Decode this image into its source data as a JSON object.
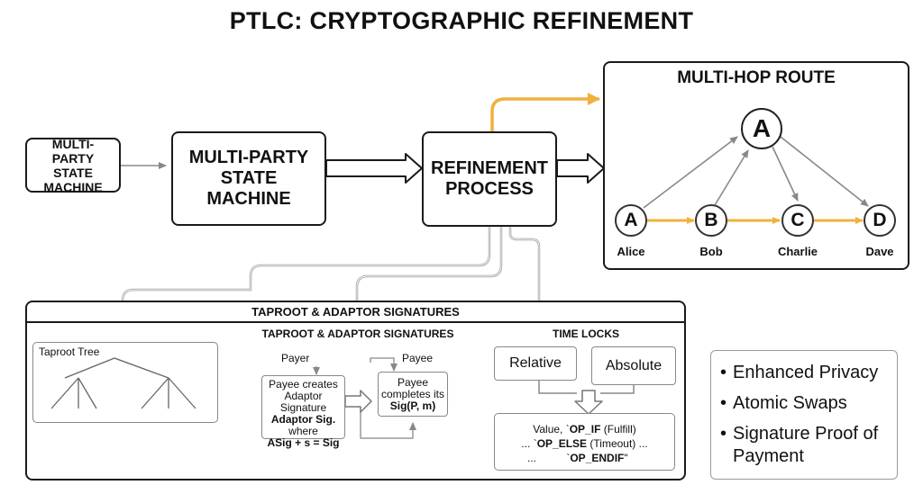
{
  "title": "PTLC: CRYPTOGRAPHIC REFINEMENT",
  "colors": {
    "accent": "#f0b13d",
    "stroke": "#1a1a1a",
    "connector": "#888888"
  },
  "input_box": {
    "label": "MULTI-PARTY STATE MACHINE"
  },
  "state_machine": {
    "label": "MULTI-PARTY STATE MACHINE"
  },
  "refinement": {
    "label": "REFINEMENT PROCESS"
  },
  "route": {
    "title": "MULTI-HOP ROUTE",
    "hub": {
      "letter": "A"
    },
    "nodes": [
      {
        "letter": "A",
        "name": "Alice"
      },
      {
        "letter": "B",
        "name": "Bob"
      },
      {
        "letter": "C",
        "name": "Charlie"
      },
      {
        "letter": "D",
        "name": "Dave"
      }
    ]
  },
  "taproot": {
    "header": "TAPROOT & ADAPTOR SIGNATURES",
    "tree_label": "Taproot Tree",
    "adaptor": {
      "title": "TAPROOT & ADAPTOR SIGNATURES",
      "payer": "Payer",
      "payee": "Payee",
      "create_lines": [
        "Payee creates",
        "Adaptor Signature"
      ],
      "create_bold": "Adaptor Sig.",
      "create_where": "where",
      "create_eq": "ASig + s = Sig",
      "complete_lines": [
        "Payee",
        "completes its"
      ],
      "complete_bold": "Sig(P, m)"
    },
    "timelocks": {
      "title": "TIME LOCKS",
      "relative": "Relative",
      "absolute": "Absolute",
      "script": {
        "l1_pre": "Value, `",
        "l1_bold": "OP_IF",
        "l1_post": " (Fulfill)",
        "l2_pre": "... `",
        "l2_bold": "OP_ELSE",
        "l2_post": " (Timeout) ...",
        "l3_pre": "...          `",
        "l3_bold": "OP_ENDIF",
        "l3_post": "\""
      }
    }
  },
  "benefits": [
    "Enhanced Privacy",
    "Atomic Swaps",
    "Signature Proof of Payment"
  ]
}
